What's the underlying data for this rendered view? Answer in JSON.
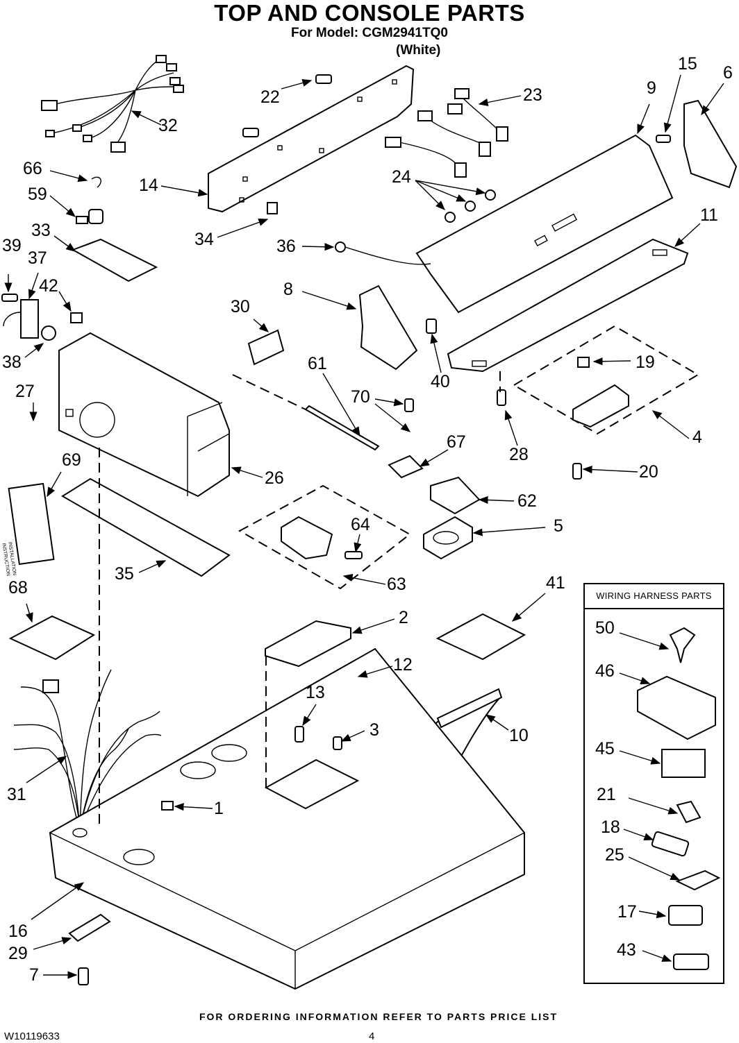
{
  "header": {
    "title": "TOP AND CONSOLE PARTS",
    "model_line": "For Model: CGM2941TQ0",
    "color_line": "(White)"
  },
  "callouts": [
    "1",
    "2",
    "3",
    "4",
    "5",
    "6",
    "7",
    "8",
    "9",
    "10",
    "11",
    "12",
    "13",
    "14",
    "15",
    "16",
    "17",
    "18",
    "19",
    "20",
    "21",
    "22",
    "23",
    "24",
    "25",
    "26",
    "27",
    "28",
    "29",
    "30",
    "31",
    "32",
    "33",
    "34",
    "35",
    "36",
    "37",
    "38",
    "39",
    "40",
    "41",
    "42",
    "43",
    "45",
    "46",
    "50",
    "59",
    "61",
    "62",
    "63",
    "64",
    "66",
    "67",
    "68",
    "69",
    "70"
  ],
  "booklet_text": {
    "line1": "INSTALLATION",
    "line2": "INSTRUCTION"
  },
  "harness_box": {
    "title": "WIRING HARNESS PARTS"
  },
  "footer": {
    "ordering": "FOR ORDERING INFORMATION REFER TO PARTS PRICE LIST",
    "doc_number": "W10119633",
    "page": "4"
  }
}
